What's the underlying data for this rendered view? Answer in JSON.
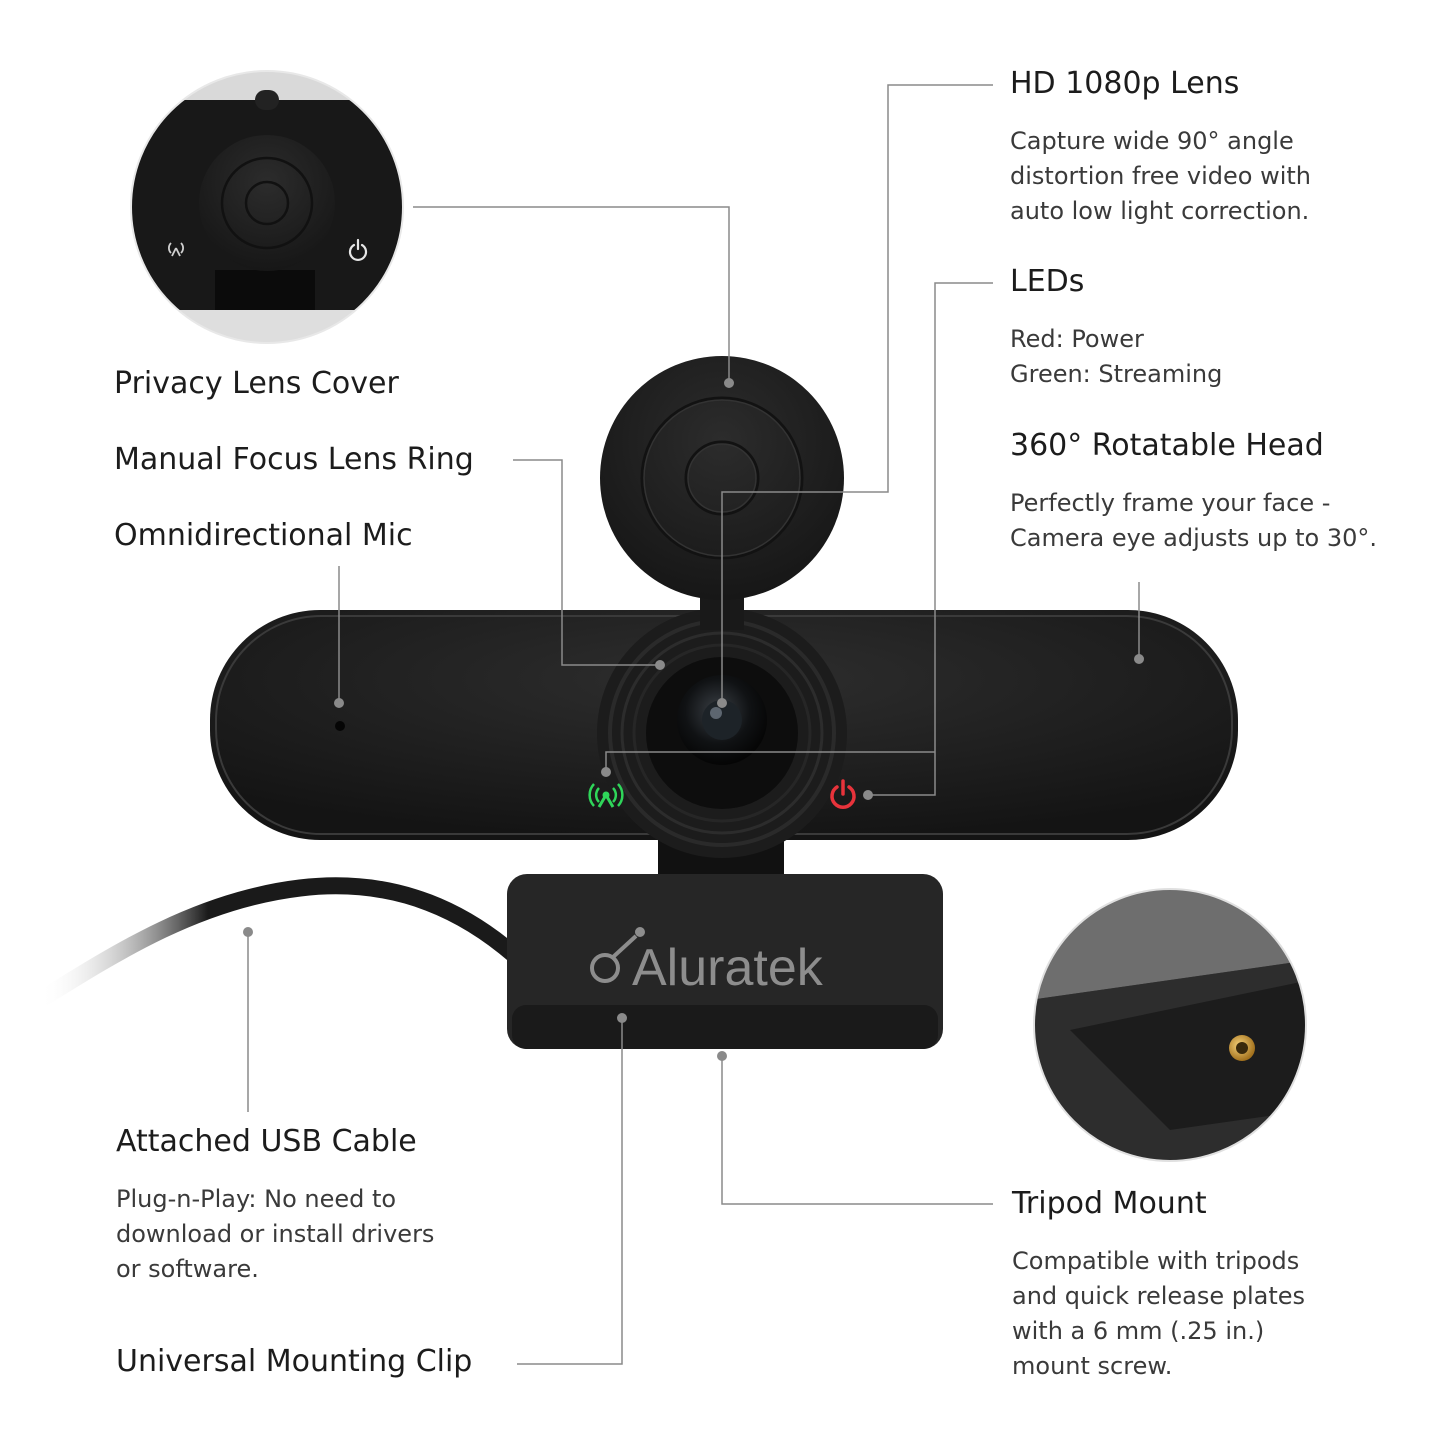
{
  "brand": {
    "logo_text": "Aluratek"
  },
  "callouts": {
    "hd_lens": {
      "title": "HD 1080p Lens",
      "lines": [
        "Capture wide 90° angle",
        "distortion free video with",
        "auto low light correction."
      ]
    },
    "leds": {
      "title": "LEDs",
      "lines": [
        "Red: Power",
        "Green: Streaming"
      ]
    },
    "rotatable_head": {
      "title": "360° Rotatable Head",
      "lines": [
        "Perfectly frame your face -",
        "Camera eye adjusts up to 30°."
      ]
    },
    "privacy_cover": {
      "title": "Privacy Lens Cover"
    },
    "focus_ring": {
      "title": "Manual Focus Lens Ring"
    },
    "mic": {
      "title": "Omnidirectional Mic"
    },
    "usb_cable": {
      "title": "Attached USB Cable",
      "lines": [
        "Plug-n-Play: No need to",
        "download or install drivers",
        "or software."
      ]
    },
    "mounting_clip": {
      "title": "Universal Mounting Clip"
    },
    "tripod_mount": {
      "title": "Tripod Mount",
      "lines": [
        "Compatible with tripods",
        "and quick release plates",
        "with a 6 mm (.25 in.)",
        "mount screw."
      ]
    }
  },
  "colors": {
    "camera_body": "#1e1e1e",
    "leader_line": "#8a8a8a",
    "led_green": "#2fd65a",
    "led_red": "#e8333b",
    "text": "#1c1c1c"
  },
  "icons": [
    "stream-icon",
    "power-icon"
  ]
}
